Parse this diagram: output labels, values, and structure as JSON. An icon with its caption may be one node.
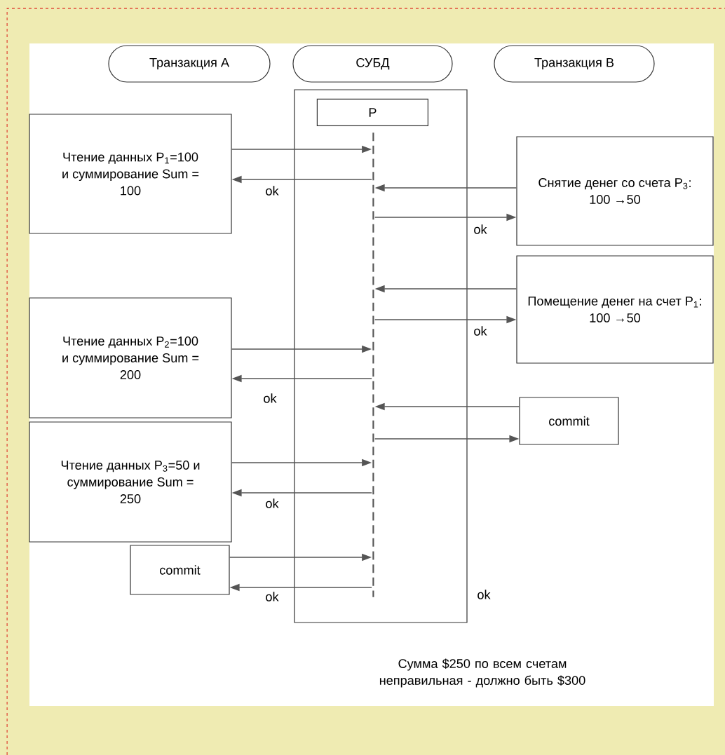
{
  "diagram": {
    "nodes": [
      {
        "text": [
          "Транзакция A"
        ]
      },
      {
        "text": [
          "СУБД"
        ]
      },
      {
        "text": [
          "Транзакция B"
        ]
      },
      {
        "text": [],
        "shape": "box"
      },
      {
        "text": [
          "P"
        ],
        "in": 3
      },
      {
        "text": [],
        "shape": "line",
        "in": 3
      },
      {
        "text": [
          "Чтение данных P$_{1}$=100 и суммирование Sum = 100"
        ]
      },
      {
        "text": [
          "Снятие денег со счета P$_{3}$: 100 →50"
        ]
      },
      {
        "text": [
          "Помещение денег на счет P$_{1}$: 100 →50"
        ]
      },
      {
        "text": [
          "Чтение данных P$_{2}$=100 и суммирование Sum = 200"
        ]
      },
      {
        "text": [
          "commit"
        ]
      },
      {
        "text": [
          "Чтение данных P$_{3}$=50 и суммирование Sum = 250"
        ]
      },
      {
        "text": [
          "commit"
        ]
      }
    ],
    "edges": [
      {
        "from": 6,
        "to": 5,
        "arrow": "to"
      },
      {
        "from": 5,
        "to": 6,
        "arrow": "to",
        "label": "ok"
      },
      {
        "from": 7,
        "to": 5,
        "arrow": "to"
      },
      {
        "from": 5,
        "to": 7,
        "arrow": "to",
        "label": "ok"
      },
      {
        "from": 8,
        "to": 5,
        "arrow": "to"
      },
      {
        "from": 5,
        "to": 8,
        "arrow": "to",
        "label": "ok"
      },
      {
        "from": 9,
        "to": 5,
        "arrow": "to"
      },
      {
        "from": 5,
        "to": 9,
        "arrow": "to",
        "label": "ok"
      },
      {
        "from": 10,
        "to": 5,
        "arrow": "to"
      },
      {
        "from": 5,
        "to": 10,
        "arrow": "to"
      },
      {
        "from": 11,
        "to": 5,
        "arrow": "to"
      },
      {
        "from": 5,
        "to": 11,
        "arrow": "to",
        "label": "ok"
      },
      {
        "from": 12,
        "to": 5,
        "arrow": "to"
      },
      {
        "from": 5,
        "to": 12,
        "arrow": "to",
        "label": "ok"
      }
    ],
    "labels": [
      "ok",
      "Сумма $250 по всем счетам неправильная - должно быть $300"
    ]
  }
}
